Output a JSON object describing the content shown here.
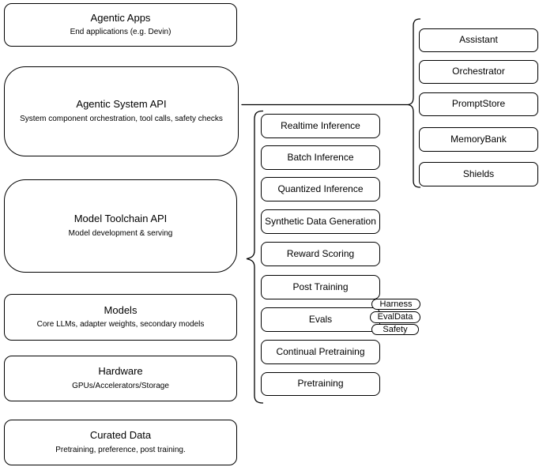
{
  "left_column": [
    {
      "title": "Agentic Apps",
      "subtitle": "End applications (e.g. Devin)"
    },
    {
      "title": "Agentic System API",
      "subtitle": "System component orchestration, tool calls, safety checks"
    },
    {
      "title": "Model Toolchain API",
      "subtitle": "Model development & serving"
    },
    {
      "title": "Models",
      "subtitle": "Core LLMs, adapter weights, secondary models"
    },
    {
      "title": "Hardware",
      "subtitle": "GPUs/Accelerators/Storage"
    },
    {
      "title": "Curated Data",
      "subtitle": "Pretraining, preference, post training."
    }
  ],
  "toolchain_services": [
    "Realtime Inference",
    "Batch Inference",
    "Quantized Inference",
    "Synthetic Data Generation",
    "Reward Scoring",
    "Post Training",
    "Evals",
    "Continual Pretraining",
    "Pretraining"
  ],
  "eval_tags": [
    "Harness",
    "EvalData",
    "Safety"
  ],
  "system_components": [
    "Assistant",
    "Orchestrator",
    "PromptStore",
    "MemoryBank",
    "Shields"
  ],
  "colors": {
    "border": "#000000",
    "background": "#ffffff",
    "text": "#000000"
  }
}
